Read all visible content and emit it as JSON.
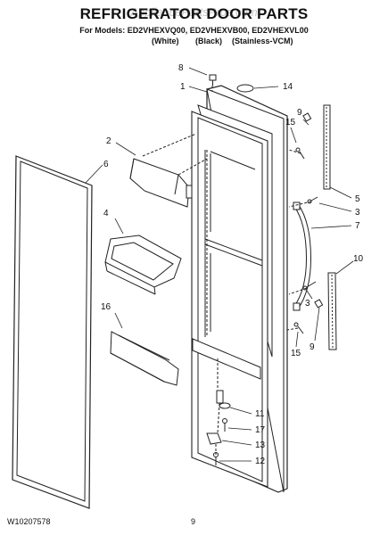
{
  "header": {
    "title": "REFRIGERATOR DOOR PARTS",
    "watermark": "AppliancePartsPros.com",
    "models_line": "For Models: ED2VHEXVQ00, ED2VHEXVB00, ED2VHEXVL00",
    "color_white": "(White)",
    "color_black": "(Black)",
    "color_stainless": "(Stainless-VCM)"
  },
  "callouts": {
    "c1": "1",
    "c2": "2",
    "c3a": "3",
    "c3b": "3",
    "c4": "4",
    "c5": "5",
    "c6": "6",
    "c7": "7",
    "c8": "8",
    "c9a": "9",
    "c9b": "9",
    "c10": "10",
    "c11": "11",
    "c12": "12",
    "c13": "13",
    "c14": "14",
    "c15a": "15",
    "c15b": "15",
    "c16": "16",
    "c17": "17"
  },
  "footer": {
    "doc_number": "W10207578",
    "page_number": "9"
  }
}
